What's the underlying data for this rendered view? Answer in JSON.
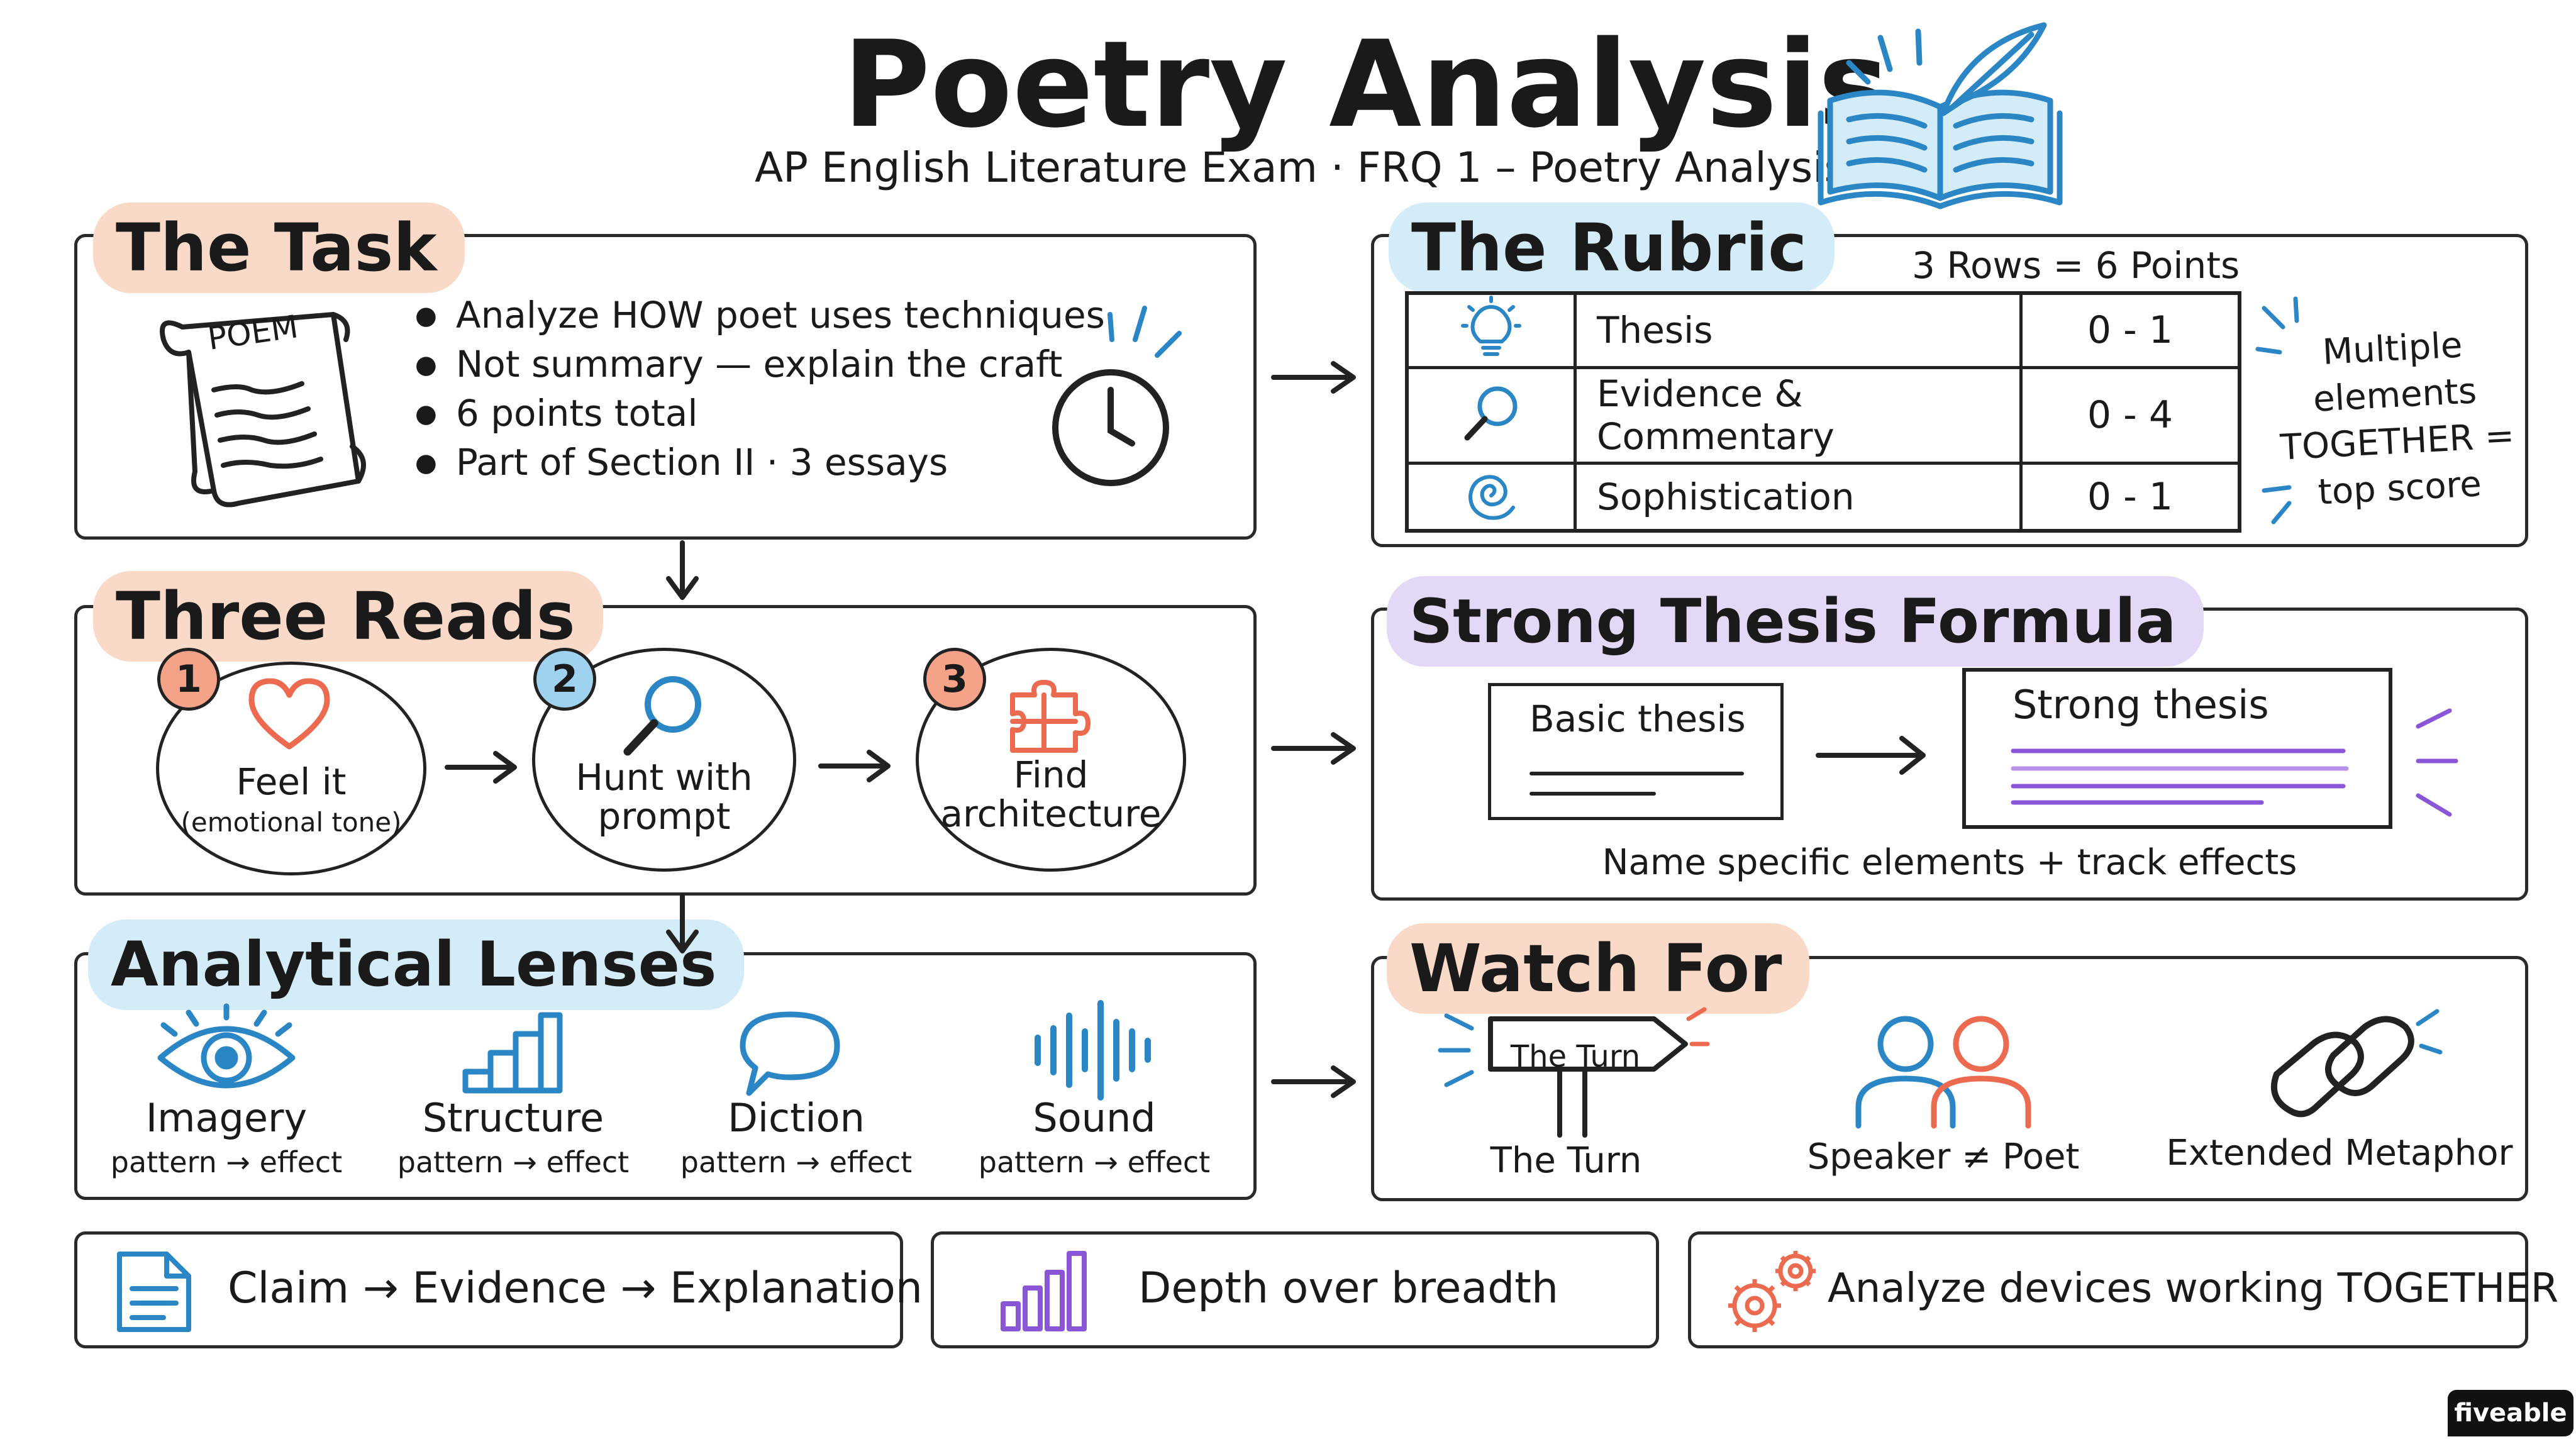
{
  "title": "Poetry Analysis",
  "subtitle": "AP English Literature Exam · FRQ 1 – Poetry Analysis",
  "task": {
    "heading": "The Task",
    "scroll_label": "POEM",
    "bullets": [
      "Analyze HOW poet uses techniques",
      "Not summary — explain the craft",
      "6 points total",
      "Part of Section II · 3 essays"
    ]
  },
  "rubric": {
    "heading": "The Rubric",
    "summary": "3 Rows = 6 Points",
    "rows": [
      {
        "icon": "lightbulb-icon",
        "label": "Thesis",
        "points": "0 - 1"
      },
      {
        "icon": "magnifier-icon",
        "label": "Evidence & Commentary",
        "points": "0 - 4"
      },
      {
        "icon": "spiral-icon",
        "label": "Sophistication",
        "points": "0 - 1"
      }
    ],
    "note_lines": [
      "Multiple",
      "elements",
      "TOGETHER =",
      "top score"
    ]
  },
  "three_reads": {
    "heading": "Three Reads",
    "steps": [
      {
        "num": "1",
        "icon": "heart-icon",
        "line1": "Feel it",
        "line2": "(emotional tone)"
      },
      {
        "num": "2",
        "icon": "magnifier-icon",
        "line1": "Hunt with",
        "line2": "prompt"
      },
      {
        "num": "3",
        "icon": "puzzle-icon",
        "line1": "Find",
        "line2": "architecture"
      }
    ]
  },
  "thesis_formula": {
    "heading": "Strong Thesis Formula",
    "basic": "Basic thesis",
    "strong": "Strong thesis",
    "caption": "Name specific elements + track effects"
  },
  "lenses": {
    "heading": "Analytical Lenses",
    "items": [
      {
        "icon": "eye-icon",
        "name": "Imagery",
        "sub": "pattern → effect"
      },
      {
        "icon": "stairs-icon",
        "name": "Structure",
        "sub": "pattern → effect"
      },
      {
        "icon": "speech-bubble-icon",
        "name": "Diction",
        "sub": "pattern → effect"
      },
      {
        "icon": "soundwave-icon",
        "name": "Sound",
        "sub": "pattern → effect"
      }
    ]
  },
  "watch_for": {
    "heading": "Watch For",
    "sign_text": "The Turn",
    "items": [
      {
        "icon": "signpost-icon",
        "label": "The Turn"
      },
      {
        "icon": "people-icon",
        "label": "Speaker ≠ Poet"
      },
      {
        "icon": "chain-link-icon",
        "label": "Extended Metaphor"
      }
    ]
  },
  "tips": [
    {
      "icon": "document-icon",
      "text": "Claim → Evidence → Explanation"
    },
    {
      "icon": "bar-chart-icon",
      "text": "Depth over breadth"
    },
    {
      "icon": "gears-icon",
      "text": "Analyze devices working TOGETHER"
    }
  ],
  "brand": "fiveable",
  "colors": {
    "peach": "#f9d9c8",
    "blue": "#d4ecf7",
    "lavender": "#e3d8f5",
    "icon_blue": "#2b86c5",
    "icon_orange": "#ec6a4f",
    "icon_purple": "#8a55d6"
  }
}
